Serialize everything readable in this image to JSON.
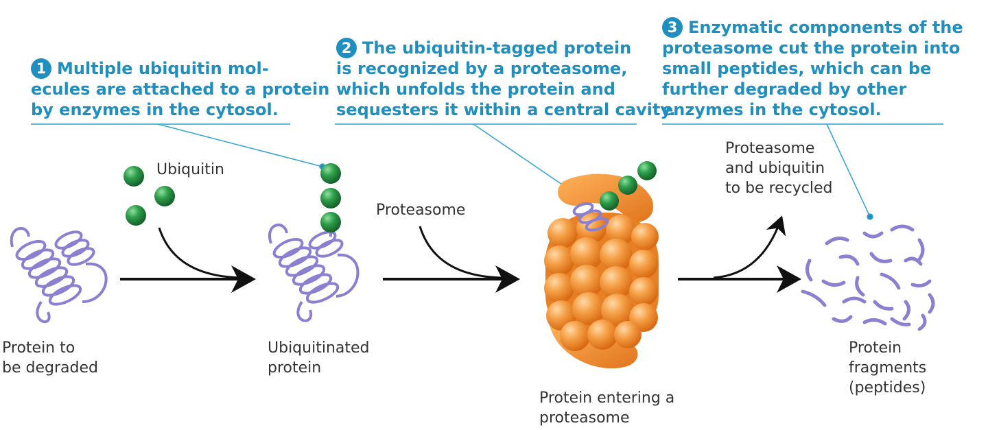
{
  "steps": [
    {
      "num": "1",
      "lines": [
        "Multiple ubiquitin mol-",
        "ecules are attached to a protein",
        "by enzymes in the cytosol."
      ]
    },
    {
      "num": "2",
      "lines": [
        "The ubiquitin-tagged protein",
        "is recognized by a proteasome,",
        "which unfolds the protein and",
        "sequesters it within a central cavity."
      ]
    },
    {
      "num": "3",
      "lines": [
        "Enzymatic components of the",
        "proteasome cut the protein into",
        "small peptides, which can be",
        "further degraded by other",
        "enzymes in the cytosol."
      ]
    }
  ],
  "labels": {
    "protein": [
      "Protein to",
      "be degraded"
    ],
    "ubiquitin": "Ubiquitin",
    "ubiquitinated": [
      "Ubiquitinated",
      "protein"
    ],
    "proteasome": "Proteasome",
    "entering": [
      "Protein entering a",
      "proteasome"
    ],
    "recycled": [
      "Proteasome",
      "and ubiquitin",
      "to be recycled"
    ],
    "fragments": [
      "Protein",
      "fragments",
      "(peptides)"
    ]
  },
  "colors": {
    "accent": "#1f8fbf",
    "protein": "#8a7fd0",
    "ubiquitin": "#2e9e4a",
    "proteasome": "#f28c28"
  }
}
